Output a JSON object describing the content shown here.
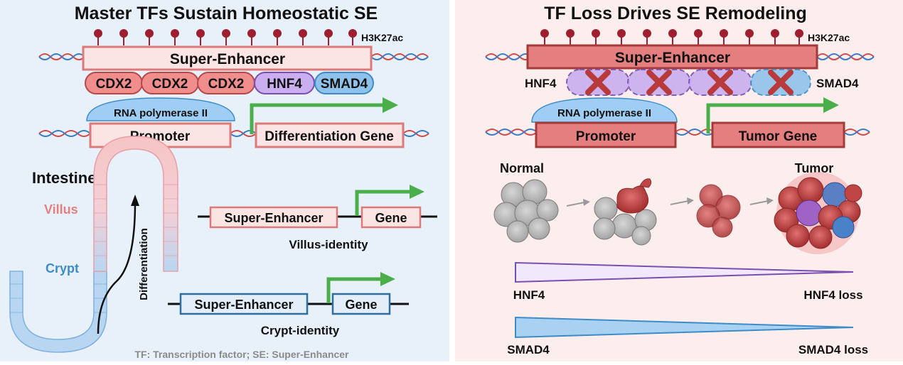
{
  "left": {
    "title": "Master TFs Sustain Homeostatic SE",
    "mark_label": "H3K27ac",
    "super_enhancer": "Super-Enhancer",
    "tfs": [
      "CDX2",
      "CDX2",
      "CDX2",
      "HNF4",
      "SMAD4"
    ],
    "rna_pol": "RNA polymerase II",
    "promoter": "Promoter",
    "gene": "Differentiation Gene",
    "intestine": "Intestine",
    "villus": "Villus",
    "crypt": "Crypt",
    "differentiation": "Differentiation",
    "villus_se": "Super-Enhancer",
    "villus_gene": "Gene",
    "villus_identity": "Villus-identity",
    "crypt_se": "Super-Enhancer",
    "crypt_gene": "Gene",
    "crypt_identity": "Crypt-identity",
    "footnote": "TF: Transcription factor; SE: Super-Enhancer"
  },
  "right": {
    "title": "TF Loss Drives SE Remodeling",
    "mark_label": "H3K27ac",
    "super_enhancer": "Super-Enhancer",
    "hnf4": "HNF4",
    "smad4": "SMAD4",
    "rna_pol": "RNA polymerase II",
    "promoter": "Promoter",
    "gene": "Tumor Gene",
    "normal": "Normal",
    "tumor": "Tumor",
    "hnf4_start": "HNF4",
    "hnf4_end": "HNF4 loss",
    "smad4_start": "SMAD4",
    "smad4_end": "SMAD4 loss"
  },
  "colors": {
    "left_bg": "#e8f1fa",
    "right_bg": "#fdeeee",
    "pink_box": "#fbe4e4",
    "pink_stroke": "#dc7a7a",
    "red_box": "#e57f7f",
    "red_stroke": "#a43a3a",
    "cdx2": "#f08e8e",
    "hnf4": "#c9aef0",
    "smad4": "#8fc2ea",
    "rna_pol": "#9fcdf3",
    "arrow_green": "#4aaf4a",
    "cross": "#b83a3a",
    "hnf4_wedge": "#7a4fb0",
    "smad4_wedge": "#3d8cc7"
  }
}
